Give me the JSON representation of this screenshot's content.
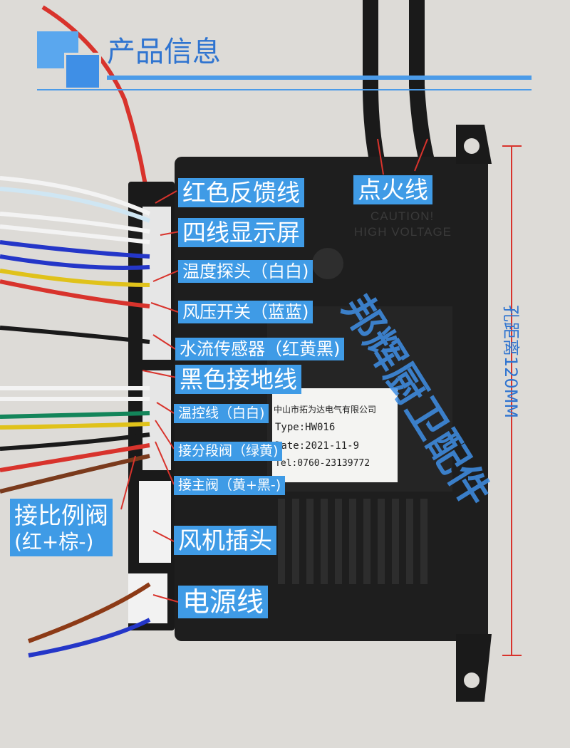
{
  "header": {
    "title": "产品信息"
  },
  "labels": {
    "ignition": "点火线",
    "red_feedback": "红色反馈线",
    "four_wire_display": "四线显示屏",
    "temp_probe": "温度探头（白白)",
    "wind_switch": "风压开关（蓝蓝)",
    "water_sensor": "水流传感器（红黄黑)",
    "black_ground": "黑色接地线",
    "thermostat": "温控线（白白)",
    "segment_valve": "接分段阀（绿黄)",
    "main_valve": "接主阀（黄+黑-)",
    "proportional_valve_1": "接比例阀",
    "proportional_valve_2": "(红+棕-)",
    "fan_plug": "风机插头",
    "power_line": "电源线"
  },
  "device": {
    "caution": "CAUTION!",
    "high_voltage": "HIGH VOLTAGE",
    "sticker": {
      "company": "中山市拓为达电气有限公司",
      "type": "Type:HW016",
      "date": "Date:2021-11-9",
      "tel": "Tel:0760-23139772"
    }
  },
  "watermark": "邦辉厨卫配件",
  "dimension": "孔距离120MM",
  "colors": {
    "accent_blue": "#3f9be6",
    "title_blue": "#2f74d0",
    "device_black": "#1c1c1c"
  }
}
